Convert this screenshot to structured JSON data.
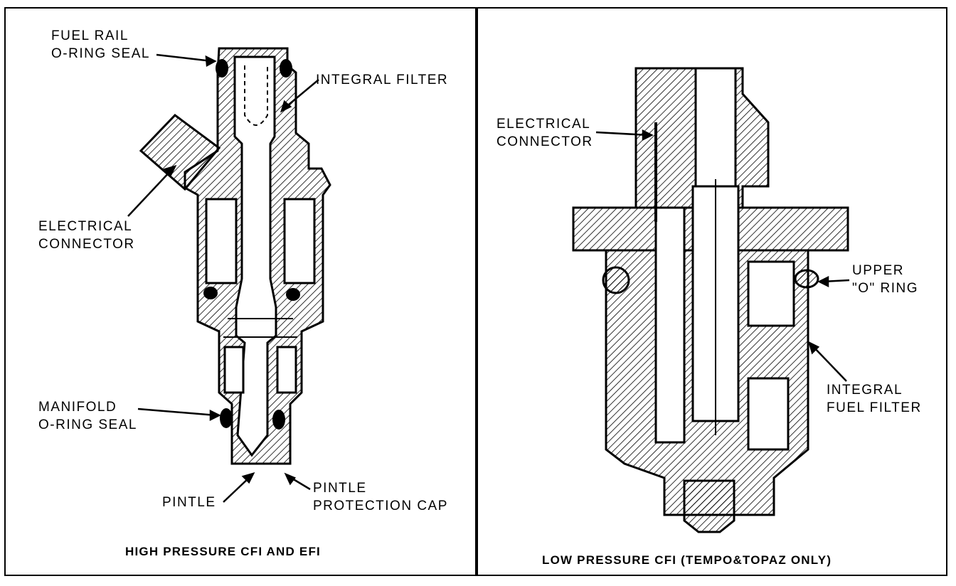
{
  "left": {
    "caption": "HIGH PRESSURE CFI AND EFI",
    "labels": {
      "fuel_rail_1": "FUEL RAIL",
      "fuel_rail_2": "O-RING SEAL",
      "integral_filter": "INTEGRAL FILTER",
      "connector_1": "ELECTRICAL",
      "connector_2": "CONNECTOR",
      "manifold_1": "MANIFOLD",
      "manifold_2": "O-RING SEAL",
      "pintle": "PINTLE",
      "pintle_cap_1": "PINTLE",
      "pintle_cap_2": "PROTECTION CAP"
    }
  },
  "right": {
    "caption": "LOW PRESSURE CFI (TEMPO&TOPAZ ONLY)",
    "labels": {
      "connector_1": "ELECTRICAL",
      "connector_2": "CONNECTOR",
      "upper_1": "UPPER",
      "upper_2": "\"O\" RING",
      "filter_1": "INTEGRAL",
      "filter_2": "FUEL FILTER"
    }
  }
}
